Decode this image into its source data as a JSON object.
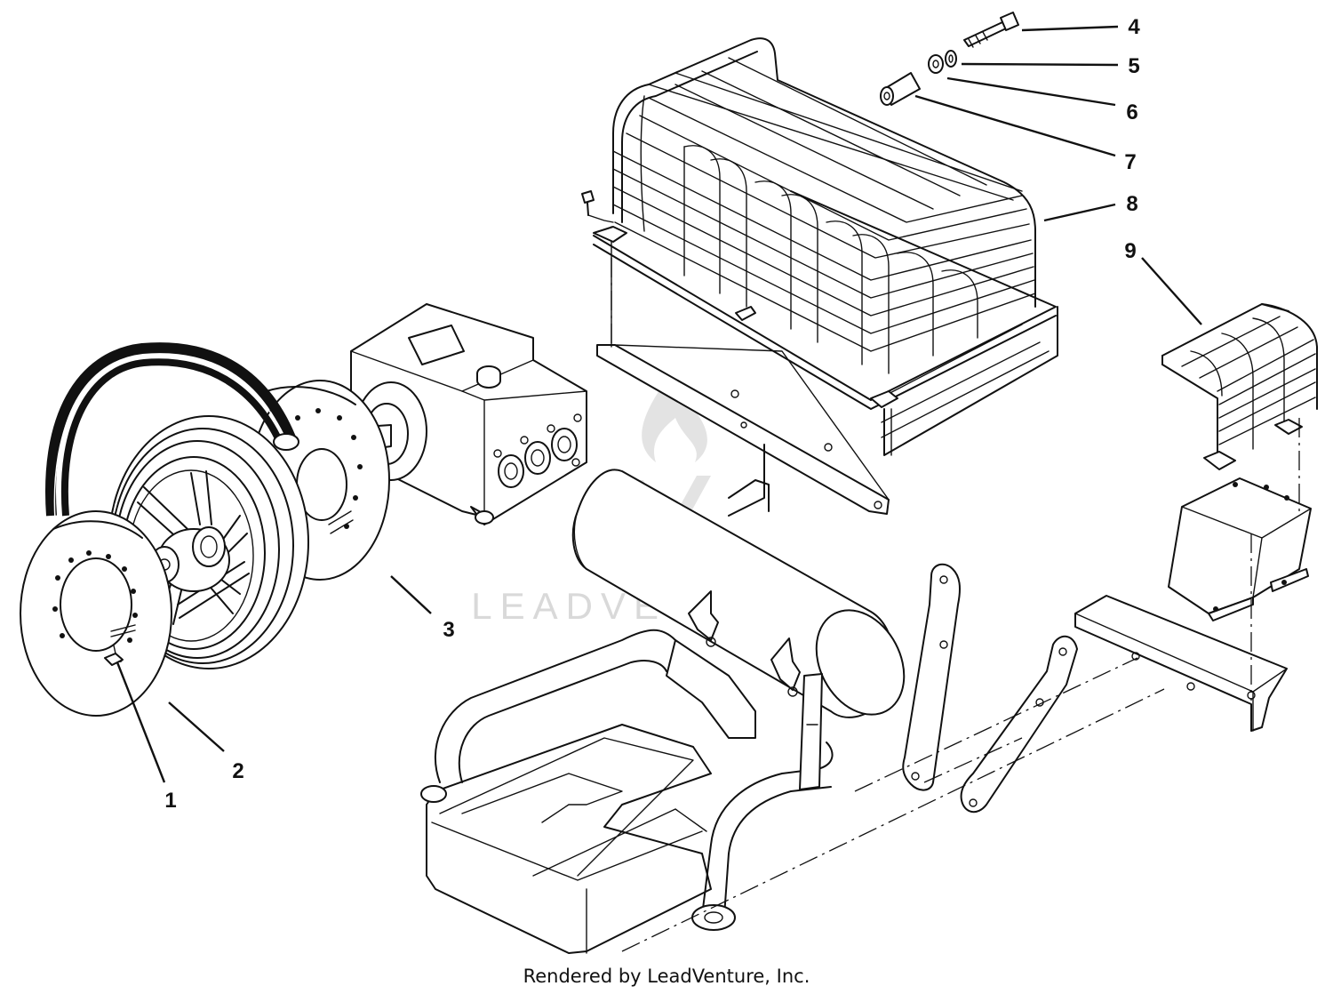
{
  "diagram": {
    "callouts": [
      "1",
      "2",
      "3",
      "4",
      "5",
      "6",
      "7",
      "8",
      "9"
    ],
    "parts": [
      "hub-plate",
      "rear-pulley-plate",
      "front-pulley-plate",
      "pulley-wheel",
      "drive-belts",
      "compressor-pump",
      "bolt",
      "lock-washer",
      "flat-washer",
      "spacer",
      "belt-guard-cage",
      "small-guard-cage",
      "air-tank",
      "base-frame",
      "support-strap",
      "brace",
      "electrical-box",
      "mounting-bracket",
      "mounting-rail"
    ]
  },
  "watermark": {
    "text": "LEADVENTURE",
    "color": "#d9d9d9"
  },
  "footer": {
    "text": "Rendered by LeadVenture, Inc."
  }
}
